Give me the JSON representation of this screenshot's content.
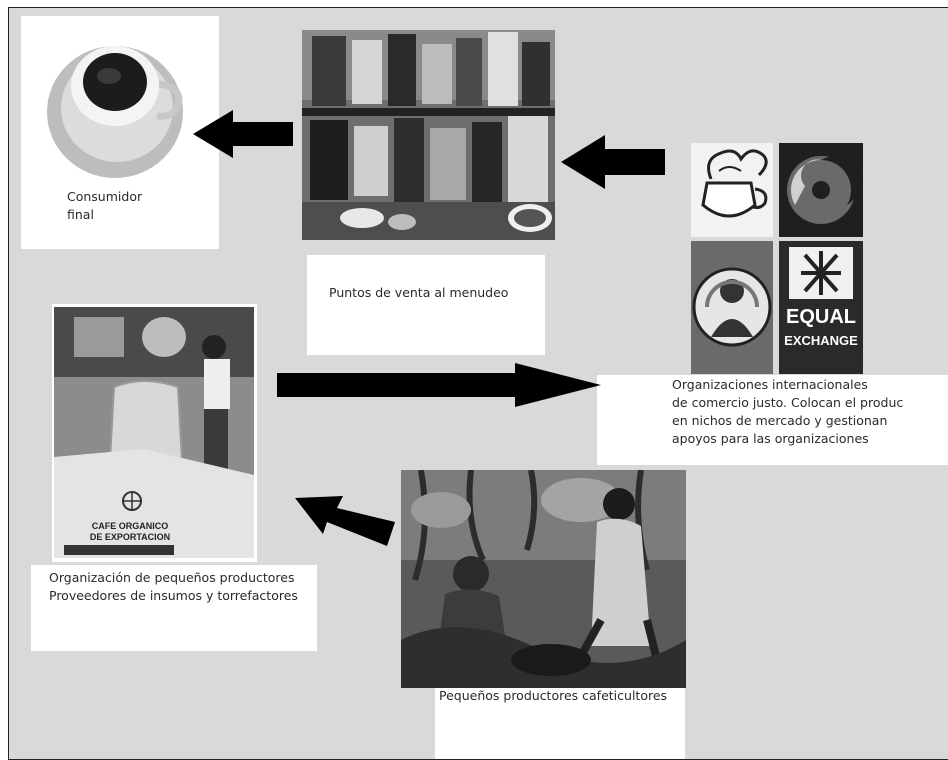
{
  "nodes": {
    "consumer": {
      "label": "Consumidor\nfinal"
    },
    "retail": {
      "label": "Puntos de venta al menudeo"
    },
    "fairtrade": {
      "label": "Organizaciones internacionales\n de comercio justo. Colocan el produc\nen nichos de mercado y gestionan\napoyos para las organizaciones",
      "logo_text": [
        "EQUAL",
        "EXCHANGE"
      ]
    },
    "organization": {
      "label": "Organización de pequeños productores\nProveedores de insumos y torrefactores",
      "sack_text": [
        "CAFE ORGANICO",
        "DE EXPORTACION"
      ]
    },
    "producers": {
      "label": "Pequeños productores cafeticultores"
    }
  },
  "colors": {
    "background": "#d9d9d9",
    "box": "#ffffff",
    "arrow": "#000000",
    "text": "#2a2a2a"
  },
  "icons": [
    "coffee-cup-image",
    "retail-shelves-image",
    "fair-trade-logos-image",
    "warehouse-image",
    "farmers-image"
  ]
}
